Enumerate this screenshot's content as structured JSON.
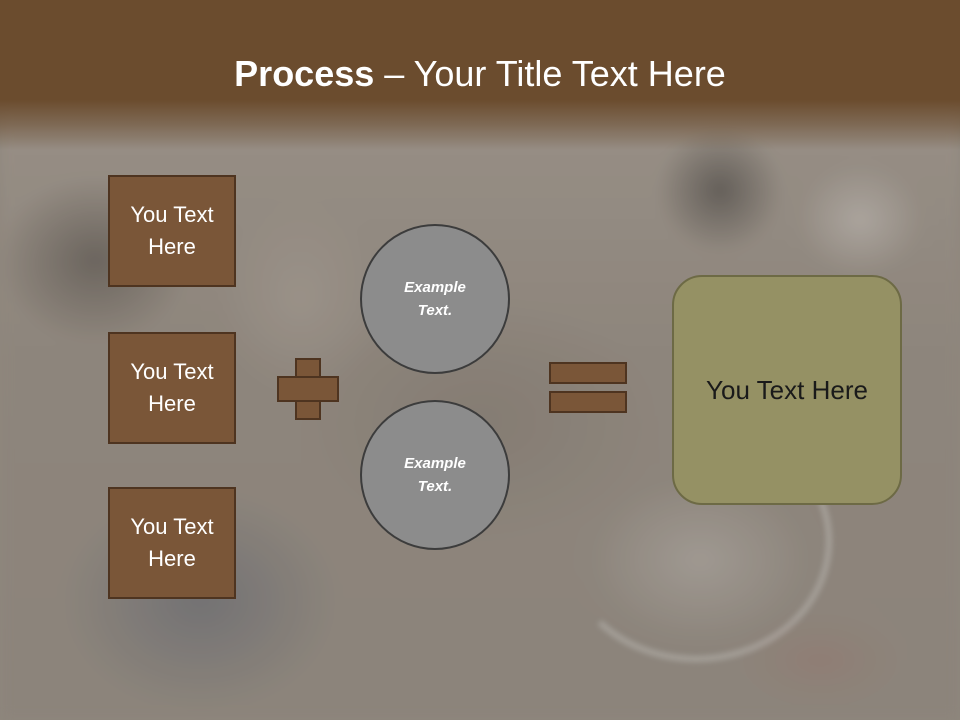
{
  "slide": {
    "title_bold": "Process",
    "title_separator": " – ",
    "title_rest": "Your Title Text Here"
  },
  "left_boxes": [
    {
      "label": "You Text Here"
    },
    {
      "label": "You Text Here"
    },
    {
      "label": "You Text Here"
    }
  ],
  "circles": [
    {
      "label": "Example Text."
    },
    {
      "label": "Example Text."
    }
  ],
  "result": {
    "label": "You Text Here"
  },
  "operators": {
    "plus": "plus-icon",
    "equals": "equals-icon"
  },
  "colors": {
    "header": "#6b4c2e",
    "box_fill": "#7a5638",
    "box_border": "#4e3420",
    "circle_fill": "#8c8c8c",
    "result_fill": "#959164"
  }
}
